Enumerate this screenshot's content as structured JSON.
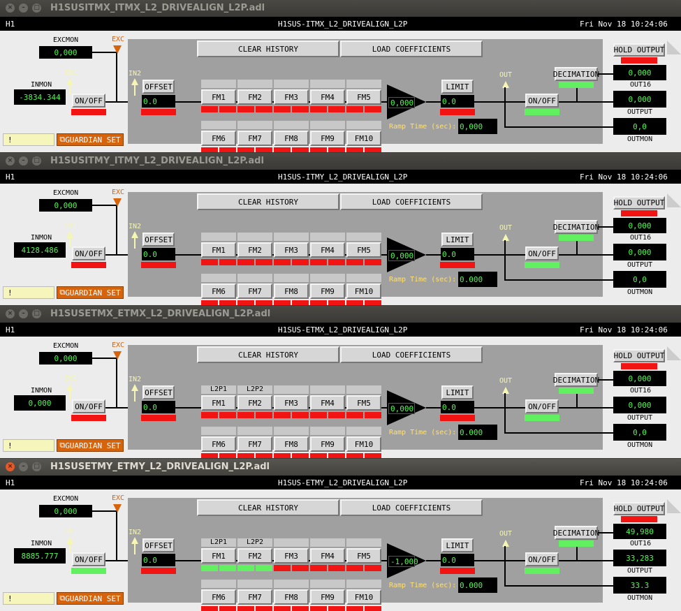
{
  "window_controls": {
    "close": "×",
    "minimize": "–",
    "maximize": "□"
  },
  "common": {
    "site": "H1",
    "date": "Fri Nov 18 10:24:06",
    "clear_history": "CLEAR HISTORY",
    "load_coefficients": "LOAD COEFFICIENTS",
    "offset": "OFFSET",
    "limit": "LIMIT",
    "decimation": "DECIMATION",
    "hold_output": "HOLD OUTPUT",
    "on_off": "ON/OFF",
    "guardian_set": "GUARDIAN SET",
    "guardian_icon": "⧉",
    "excmon": "EXCMON",
    "inmon": "INMON",
    "exc": "EXC",
    "in1": "IN1",
    "in2": "IN2",
    "out": "OUT",
    "out16": "OUT16",
    "output": "OUTPUT",
    "outmon": "OUTMON",
    "ramp_time": "Ramp Time (sec):",
    "user_msg": "!",
    "fm_labels": [
      "FM1",
      "FM2",
      "FM3",
      "FM4",
      "FM5",
      "FM6",
      "FM7",
      "FM8",
      "FM9",
      "FM10"
    ],
    "colors": {
      "alarm_red": "#f21313",
      "ok_green": "#60f060",
      "readback_green": "#52f552",
      "exc_orange": "#d6640c"
    }
  },
  "panels": [
    {
      "window_title": "H1SUSITMX_ITMX_L2_DRIVEALIGN_L2P.adl",
      "screen_title": "H1SUS-ITMX_L2_DRIVEALIGN_L2P",
      "active": false,
      "excmon": "0,000",
      "inmon": "-3834.344",
      "offset": "0.0",
      "gain": "0,000",
      "limit": "0.0",
      "ramp": "0,000",
      "out16": "0,000",
      "output": "0,000",
      "outmon": "0,0",
      "fm_names": [
        "",
        "",
        "",
        "",
        "",
        "",
        "",
        "",
        "",
        ""
      ],
      "fm_on": [
        false,
        false,
        false,
        false,
        false,
        false,
        false,
        false,
        false,
        false
      ],
      "input_on": false,
      "offset_on": false,
      "limit_on": false,
      "output_on": true,
      "decimation_on": true,
      "hold_on": false
    },
    {
      "window_title": "H1SUSITMY_ITMY_L2_DRIVEALIGN_L2P.adl",
      "screen_title": "H1SUS-ITMY_L2_DRIVEALIGN_L2P",
      "active": false,
      "excmon": "0,000",
      "inmon": "4128.486",
      "offset": "0.0",
      "gain": "0,000",
      "limit": "0.0",
      "ramp": "0.000",
      "out16": "0,000",
      "output": "0,000",
      "outmon": "0,0",
      "fm_names": [
        "",
        "",
        "",
        "",
        "",
        "",
        "",
        "",
        "",
        ""
      ],
      "fm_on": [
        false,
        false,
        false,
        false,
        false,
        false,
        false,
        false,
        false,
        false
      ],
      "input_on": false,
      "offset_on": false,
      "limit_on": false,
      "output_on": true,
      "decimation_on": true,
      "hold_on": false
    },
    {
      "window_title": "H1SUSETMX_ETMX_L2_DRIVEALIGN_L2P.adl",
      "screen_title": "H1SUS-ETMX_L2_DRIVEALIGN_L2P",
      "active": false,
      "excmon": "0,000",
      "inmon": "0,000",
      "offset": "0.0",
      "gain": "0,000",
      "limit": "0.0",
      "ramp": "0.000",
      "out16": "0,000",
      "output": "0,000",
      "outmon": "0,0",
      "fm_names": [
        "L2P1",
        "L2P2",
        "",
        "",
        "",
        "",
        "",
        "",
        "",
        ""
      ],
      "fm_on": [
        false,
        false,
        false,
        false,
        false,
        false,
        false,
        false,
        false,
        false
      ],
      "input_on": false,
      "offset_on": false,
      "limit_on": false,
      "output_on": true,
      "decimation_on": true,
      "hold_on": false
    },
    {
      "window_title": "H1SUSETMY_ETMY_L2_DRIVEALIGN_L2P.adl",
      "screen_title": "H1SUS-ETMY_L2_DRIVEALIGN_L2P",
      "active": true,
      "excmon": "0,000",
      "inmon": "8885.777",
      "offset": "0.0",
      "gain": "-1,000",
      "limit": "0.0",
      "ramp": "0.000",
      "out16": "49,980",
      "output": "33,283",
      "outmon": "33.3",
      "fm_names": [
        "L2P1",
        "L2P2",
        "",
        "",
        "",
        "",
        "",
        "",
        "",
        ""
      ],
      "fm_on": [
        true,
        true,
        false,
        false,
        false,
        false,
        false,
        false,
        false,
        false
      ],
      "input_on": true,
      "offset_on": false,
      "limit_on": false,
      "output_on": true,
      "decimation_on": true,
      "hold_on": false
    }
  ]
}
